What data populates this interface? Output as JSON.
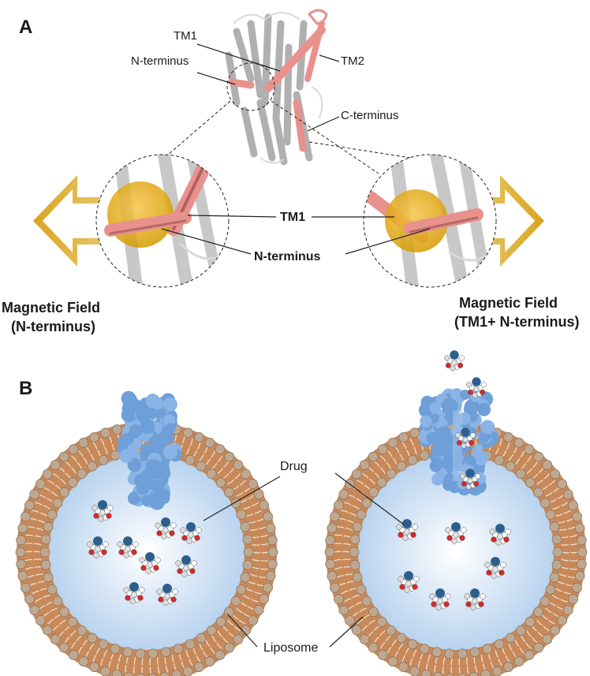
{
  "panel_a": {
    "letter": "A",
    "labels": {
      "tm1": "TM1",
      "tm2": "TM2",
      "n_terminus": "N-terminus",
      "c_terminus": "C-terminus"
    },
    "zoom_labels": {
      "tm1": "TM1",
      "n_terminus": "N-terminus"
    },
    "left_caption": {
      "line1": "Magnetic Field",
      "line2": "(N-terminus)"
    },
    "right_caption": {
      "line1": "Magnetic Field",
      "line2": "(TM1+ N-terminus)"
    }
  },
  "panel_b": {
    "letter": "B",
    "labels": {
      "drug": "Drug",
      "liposome": "Liposome"
    }
  },
  "colors": {
    "helix_pink": "#e8918d",
    "helix_gray": "#c8c8c8",
    "arrow_gold": "#d9a520",
    "nanoparticle": "#e8a900",
    "bilayer_tan": "#c8895a",
    "head_group": "#bfa88f",
    "lumen_blue": "#d6e6f7",
    "channel_blue": "#6e9fd8",
    "drug_blue": "#2d5f8c",
    "drug_red": "#d42a2a"
  }
}
